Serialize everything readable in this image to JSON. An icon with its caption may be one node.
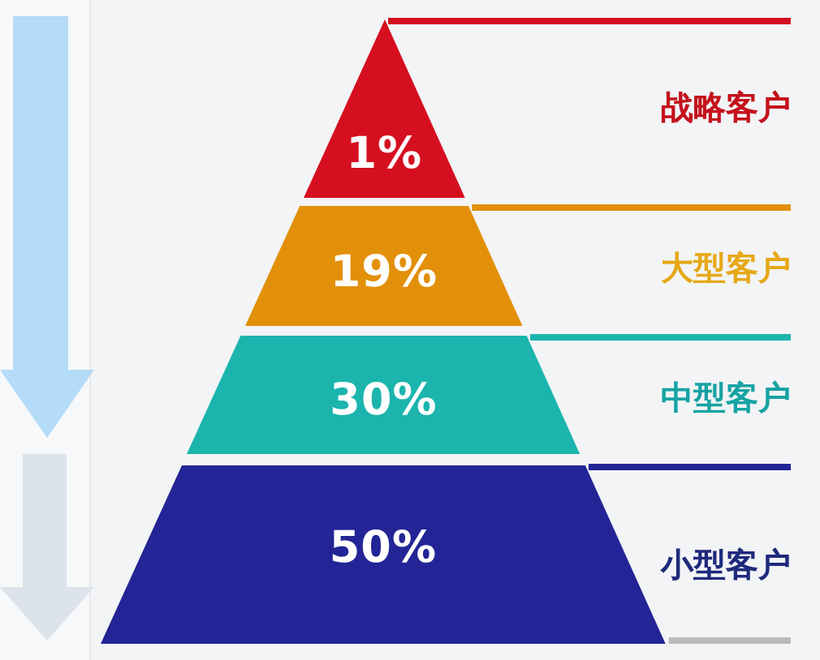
{
  "diagram": {
    "nodes": [
      {
        "text": [
          "1%"
        ]
      },
      {
        "text": [
          "19%"
        ]
      },
      {
        "text": [
          "30%"
        ]
      },
      {
        "text": [
          "50%"
        ]
      }
    ],
    "labels": [
      "战略客户",
      "大型客户",
      "中型客户",
      "小型客户"
    ]
  }
}
